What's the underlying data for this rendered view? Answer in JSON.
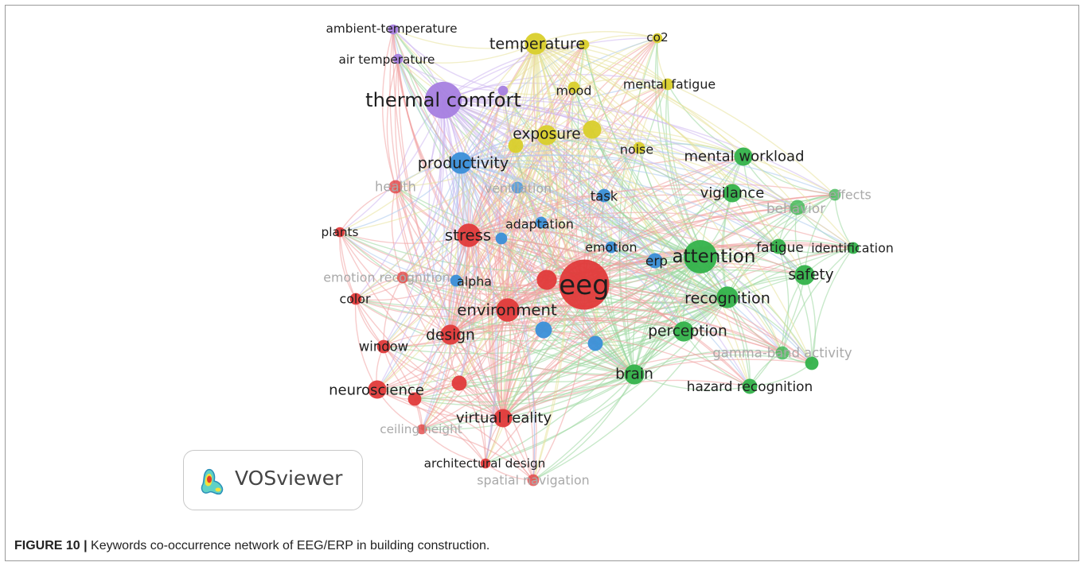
{
  "figure": {
    "caption_label": "FIGURE 10 |",
    "caption_text": " Keywords co-occurrence network of EEG/ERP in building construction."
  },
  "logo": {
    "text": "VOSviewer",
    "icon": "vosviewer-density-icon"
  },
  "colors": {
    "red": "#e03a3a",
    "green": "#33b24a",
    "blue": "#3a8fd8",
    "yellow": "#d9cf2b",
    "purple": "#a77fe0"
  },
  "nodes": [
    {
      "id": "thermal-comfort",
      "label": "thermal comfort",
      "cluster": "purple",
      "weight": 22
    },
    {
      "id": "ambient-temperature",
      "label": "ambient-temperature",
      "cluster": "purple",
      "weight": 6
    },
    {
      "id": "air-temperature",
      "label": "air temperature",
      "cluster": "purple",
      "weight": 6
    },
    {
      "id": "purple-small",
      "label": "",
      "cluster": "purple",
      "weight": 6
    },
    {
      "id": "temperature",
      "label": "temperature",
      "cluster": "yellow",
      "weight": 13
    },
    {
      "id": "co2",
      "label": "co2",
      "cluster": "yellow",
      "weight": 6
    },
    {
      "id": "mood",
      "label": "mood",
      "cluster": "yellow",
      "weight": 7
    },
    {
      "id": "mental-fatigue",
      "label": "mental fatigue",
      "cluster": "yellow",
      "weight": 7
    },
    {
      "id": "exposure",
      "label": "exposure",
      "cluster": "yellow",
      "weight": 12
    },
    {
      "id": "noise",
      "label": "noise",
      "cluster": "yellow",
      "weight": 7
    },
    {
      "id": "yellow-a",
      "label": "",
      "cluster": "yellow",
      "weight": 11
    },
    {
      "id": "yellow-b",
      "label": "",
      "cluster": "yellow",
      "weight": 9
    },
    {
      "id": "yellow-c",
      "label": "",
      "cluster": "yellow",
      "weight": 6
    },
    {
      "id": "productivity",
      "label": "productivity",
      "cluster": "blue",
      "weight": 13
    },
    {
      "id": "ventilation",
      "label": "ventilation",
      "cluster": "blue",
      "weight": 7
    },
    {
      "id": "task",
      "label": "task",
      "cluster": "blue",
      "weight": 8
    },
    {
      "id": "adaptation",
      "label": "adaptation",
      "cluster": "blue",
      "weight": 7
    },
    {
      "id": "emotion",
      "label": "emotion",
      "cluster": "blue",
      "weight": 7
    },
    {
      "id": "erp",
      "label": "erp",
      "cluster": "blue",
      "weight": 9
    },
    {
      "id": "alpha",
      "label": "alpha",
      "cluster": "blue",
      "weight": 7
    },
    {
      "id": "blue-a",
      "label": "",
      "cluster": "blue",
      "weight": 7
    },
    {
      "id": "blue-b",
      "label": "",
      "cluster": "blue",
      "weight": 10
    },
    {
      "id": "blue-c",
      "label": "",
      "cluster": "blue",
      "weight": 9
    },
    {
      "id": "eeg",
      "label": "eeg",
      "cluster": "red",
      "weight": 30
    },
    {
      "id": "stress",
      "label": "stress",
      "cluster": "red",
      "weight": 14
    },
    {
      "id": "health",
      "label": "health",
      "cluster": "red",
      "weight": 8
    },
    {
      "id": "plants",
      "label": "plants",
      "cluster": "red",
      "weight": 6
    },
    {
      "id": "emotion-recognition",
      "label": "emotion recognition",
      "cluster": "red",
      "weight": 7
    },
    {
      "id": "color",
      "label": "color",
      "cluster": "red",
      "weight": 7
    },
    {
      "id": "environment",
      "label": "environment",
      "cluster": "red",
      "weight": 14
    },
    {
      "id": "design",
      "label": "design",
      "cluster": "red",
      "weight": 12
    },
    {
      "id": "window",
      "label": "window",
      "cluster": "red",
      "weight": 8
    },
    {
      "id": "neuroscience",
      "label": "neuroscience",
      "cluster": "red",
      "weight": 11
    },
    {
      "id": "virtual-reality",
      "label": "virtual reality",
      "cluster": "red",
      "weight": 11
    },
    {
      "id": "ceiling-height",
      "label": "ceiling height",
      "cluster": "red",
      "weight": 6
    },
    {
      "id": "architectural-design",
      "label": "architectural design",
      "cluster": "red",
      "weight": 6
    },
    {
      "id": "spatial-navigation",
      "label": "spatial navigation",
      "cluster": "red",
      "weight": 7
    },
    {
      "id": "red-a",
      "label": "",
      "cluster": "red",
      "weight": 12
    },
    {
      "id": "red-b",
      "label": "",
      "cluster": "red",
      "weight": 9
    },
    {
      "id": "red-c",
      "label": "",
      "cluster": "red",
      "weight": 8
    },
    {
      "id": "attention",
      "label": "attention",
      "cluster": "green",
      "weight": 20
    },
    {
      "id": "mental-workload",
      "label": "mental workload",
      "cluster": "green",
      "weight": 11
    },
    {
      "id": "vigilance",
      "label": "vigilance",
      "cluster": "green",
      "weight": 11
    },
    {
      "id": "effects",
      "label": "effects",
      "cluster": "green",
      "weight": 7
    },
    {
      "id": "behavior",
      "label": "behavior",
      "cluster": "green",
      "weight": 9
    },
    {
      "id": "fatigue",
      "label": "fatigue",
      "cluster": "green",
      "weight": 9
    },
    {
      "id": "identification",
      "label": "identification",
      "cluster": "green",
      "weight": 7
    },
    {
      "id": "safety",
      "label": "safety",
      "cluster": "green",
      "weight": 12
    },
    {
      "id": "recognition",
      "label": "recognition",
      "cluster": "green",
      "weight": 13
    },
    {
      "id": "perception",
      "label": "perception",
      "cluster": "green",
      "weight": 12
    },
    {
      "id": "gamma-band-activity",
      "label": "gamma-band activity",
      "cluster": "green",
      "weight": 8
    },
    {
      "id": "brain",
      "label": "brain",
      "cluster": "green",
      "weight": 12
    },
    {
      "id": "hazard-recognition",
      "label": "hazard recognition",
      "cluster": "green",
      "weight": 9
    },
    {
      "id": "green-a",
      "label": "",
      "cluster": "green",
      "weight": 8
    }
  ]
}
